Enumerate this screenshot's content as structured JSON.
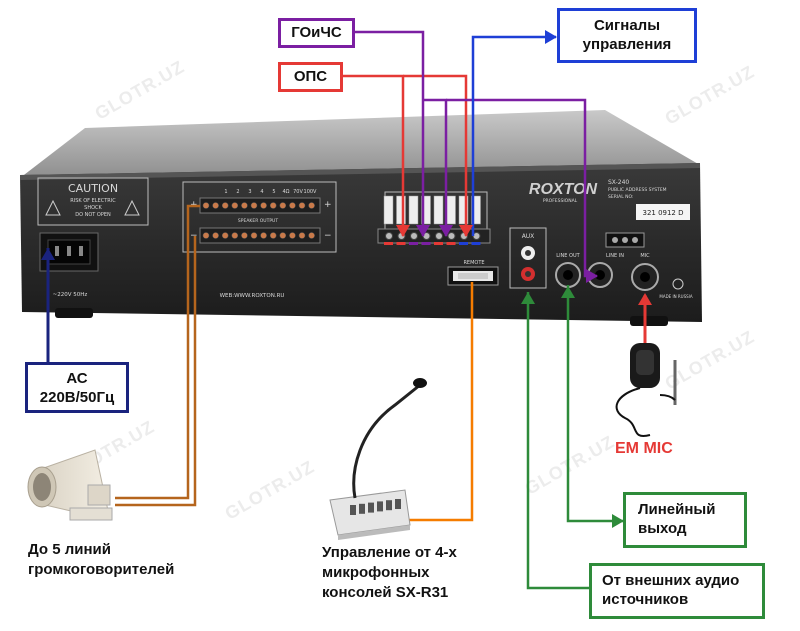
{
  "labels": {
    "goichs": "ГОиЧС",
    "ops": "ОПС",
    "signals": "Сигналы\nуправления",
    "ac": "АС\n220В/50Гц",
    "speakers": "До 5 линий\nгромкоговорителей",
    "consoles": "Управление от 4-х\nмикрофонных\nконсолей SX-R31",
    "line_out": "Линейный\nвыход",
    "ext_audio": "От внешних аудио\nисточников",
    "em_mic": "EM MIC"
  },
  "device": {
    "caution_title": "CAUTION",
    "caution_l1": "RISK OF ELECTRIC",
    "caution_l2": "SHOCK",
    "caution_l3": "DO NOT OPEN",
    "power_label": "~220V 50Hz",
    "website": "WEB:WWW.ROXTON.RU",
    "brand": "ROXTON",
    "brand_sub": "PROFESSIONAL",
    "model": "SX-240",
    "model_desc": "PUBLIC ADDRESS SYSTEM",
    "serial_label": "SERIAL NO:",
    "serial_value": "321 0912 D",
    "remote": "REMOTE",
    "aux": "AUX",
    "line_out": "LINE OUT",
    "line_in": "LINE IN",
    "mic": "MIC",
    "speaker_output": "SPEAKER OUTPUT",
    "made_in": "MADE IN RUSSIA",
    "speaker_nums": [
      "1",
      "2",
      "3",
      "4",
      "5",
      "4Ω",
      "70V",
      "100V"
    ]
  },
  "watermark": "GLOTR.UZ",
  "colors": {
    "goichs": "#7b1fa2",
    "ops": "#e53935",
    "signals": "#1e3fd6",
    "ac": "#1a237e",
    "speaker_wire": "#b5651d",
    "console_wire": "#f57c00",
    "green": "#2e8b3a",
    "mic_wire": "#e53935"
  }
}
